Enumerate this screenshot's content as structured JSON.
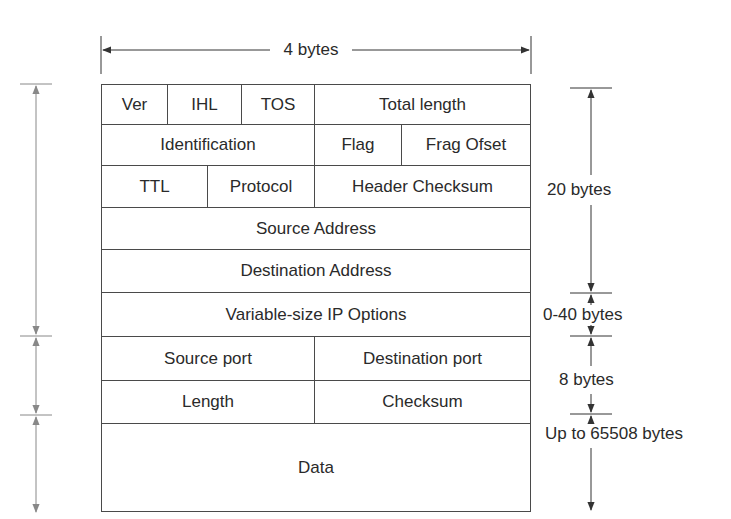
{
  "diagram": {
    "nodes": [
      {
        "text": [
          "Ver"
        ]
      },
      {
        "text": [
          "IHL"
        ]
      },
      {
        "text": [
          "TOS"
        ]
      },
      {
        "text": [
          "Total length"
        ]
      },
      {
        "text": [
          "Identification"
        ]
      },
      {
        "text": [
          "Flag"
        ]
      },
      {
        "text": [
          "Frag Ofset"
        ]
      },
      {
        "text": [
          "TTL"
        ]
      },
      {
        "text": [
          "Protocol"
        ]
      },
      {
        "text": [
          "Header Checksum"
        ]
      },
      {
        "text": [
          "Source Address"
        ]
      },
      {
        "text": [
          "Destination Address"
        ]
      },
      {
        "text": [
          "Variable-size IP Options"
        ]
      },
      {
        "text": [
          "Source port"
        ]
      },
      {
        "text": [
          "Destination port"
        ]
      },
      {
        "text": [
          "Length"
        ]
      },
      {
        "text": [
          "Checksum"
        ]
      },
      {
        "text": [
          "Data"
        ]
      }
    ],
    "labels": [
      "4 bytes",
      "20 bytes",
      "0-40 bytes",
      "8 bytes",
      "Up to 65508 bytes"
    ]
  }
}
